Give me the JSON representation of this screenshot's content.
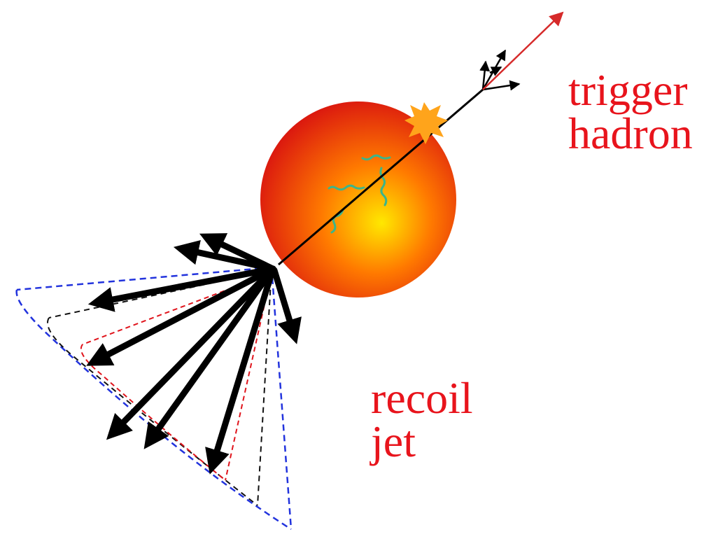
{
  "labels": {
    "trigger_line1": "trigger",
    "trigger_line2": "hadron",
    "recoil_line1": "recoil",
    "recoil_line2": "jet"
  },
  "colors": {
    "label_text": "#e8141c",
    "trigger_track": "#d62a2a",
    "medium_core": "#ffe800",
    "medium_mid": "#ff7a00",
    "medium_edge": "#d81010",
    "flash": "#ffa41b",
    "gluon_radiation": "#3cb58a",
    "cone_outer": "#2233dd",
    "cone_middle": "#111111",
    "cone_inner": "#e0141c",
    "jet_arrows": "#000000"
  },
  "icons": {
    "medium": "fireball-sphere",
    "hard_scattering": "starburst-icon"
  }
}
